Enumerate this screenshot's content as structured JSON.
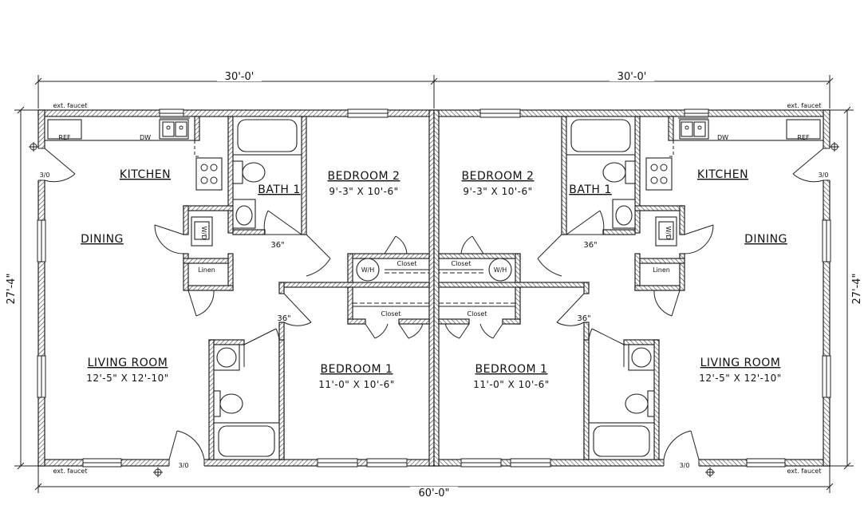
{
  "dimensions": {
    "top_left": "30'-0'",
    "top_right": "30'-0'",
    "bottom": "60'-0\"",
    "left": "27'-4\"",
    "right": "27'-4\""
  },
  "units": [
    {
      "kitchen": "KITCHEN",
      "dining": "DINING",
      "living_room": "LIVING ROOM",
      "living_room_size": "12'-5\" X 12'-10\"",
      "bedroom2": "BEDROOM 2",
      "bedroom2_size": "9'-3\" X 10'-6\"",
      "bedroom1": "BEDROOM 1",
      "bedroom1_size": "11'-0\" X 10'-6\"",
      "bath": "BATH 1",
      "linen": "Linen",
      "closet_top": "Closet",
      "closet_bottom": "Closet",
      "ref": "REF",
      "dw": "DW",
      "wh": "W/H",
      "door_entry": "3/0",
      "door_rear": "3/0",
      "door_bath": "36\"",
      "door_bed1": "36\"",
      "faucet_top": "ext. faucet",
      "faucet_bottom": "ext. faucet",
      "wd": "W/D"
    },
    {
      "kitchen": "KITCHEN",
      "dining": "DINING",
      "living_room": "LIVING ROOM",
      "living_room_size": "12'-5\" X 12'-10\"",
      "bedroom2": "BEDROOM 2",
      "bedroom2_size": "9'-3\" X 10'-6\"",
      "bedroom1": "BEDROOM 1",
      "bedroom1_size": "11'-0\" X 10'-6\"",
      "bath": "BATH 1",
      "linen": "Linen",
      "closet_top": "Closet",
      "closet_bottom": "Closet",
      "ref": "REF",
      "dw": "DW",
      "wh": "W/H",
      "door_entry": "3/0",
      "door_rear": "3/0",
      "door_bath": "36\"",
      "door_bed1": "36\"",
      "faucet_top": "ext. faucet",
      "faucet_bottom": "ext. faucet",
      "wd": "W/D"
    }
  ]
}
